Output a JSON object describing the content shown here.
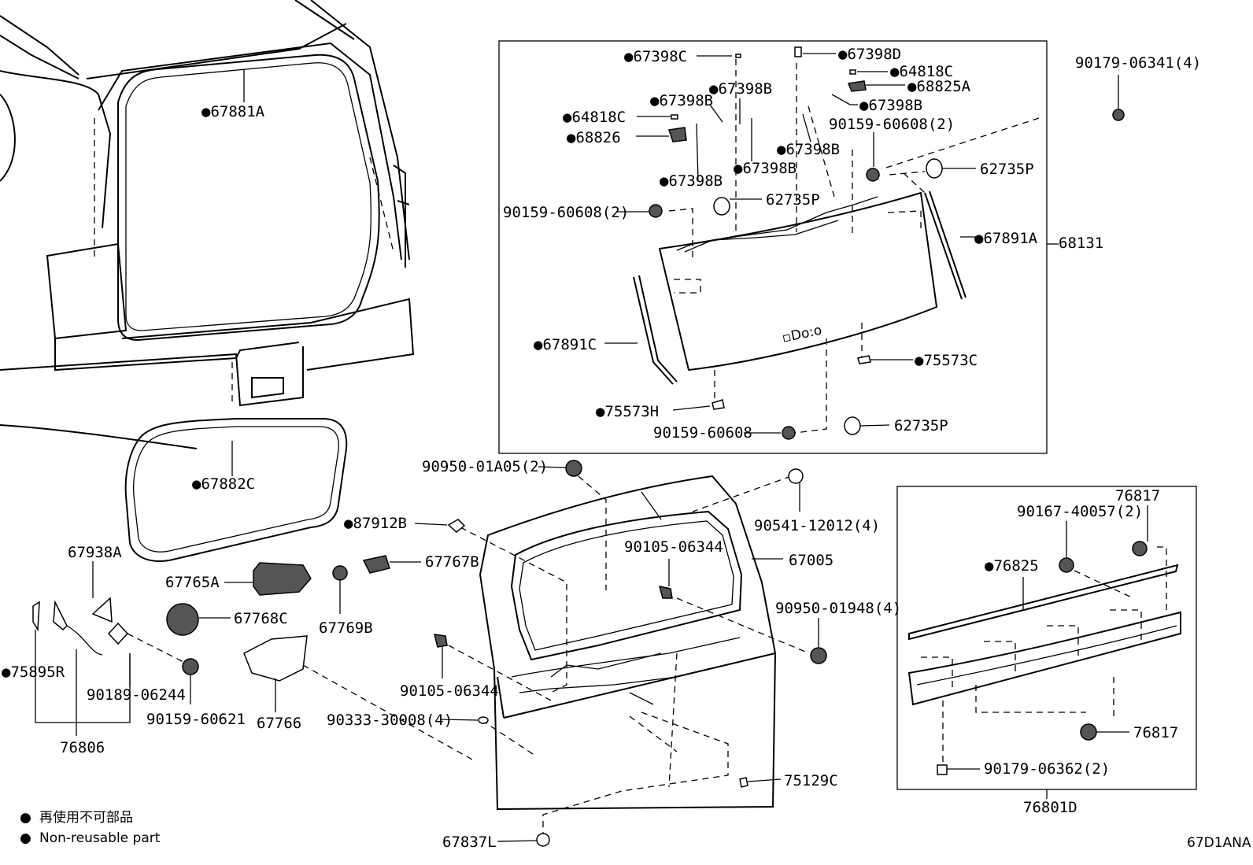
{
  "diagram_code": "67D1ANA",
  "legend": {
    "jp": "再使用不可部品",
    "en": "Non-reusable part",
    "marker": "●"
  },
  "labels": {
    "p67881A": "67881A",
    "p67882C": "67882C",
    "p67938A": "67938A",
    "p75895R": "75895R",
    "p90189_06244": "90189-06244",
    "p90159_60621": "90159-60621",
    "p76806": "76806",
    "p67765A": "67765A",
    "p67768C": "67768C",
    "p67766": "67766",
    "p67769B": "67769B",
    "p67767B": "67767B",
    "p87912B": "87912B",
    "p90950_01A05": "90950-01A05(2)",
    "p90541_12012": "90541-12012(4)",
    "p90105_06344_top": "90105-06344",
    "p67005": "67005",
    "p90950_01948": "90950-01948(4)",
    "p90105_06344_left": "90105-06344",
    "p90333_30008": "90333-30008(4)",
    "p75129C": "75129C",
    "p67837L": "67837L",
    "p67398C": "67398C",
    "p67398D": "67398D",
    "p64818C_r": "64818C",
    "p68825A": "68825A",
    "p67398B_1": "67398B",
    "p67398B_2": "67398B",
    "p64818C_l": "64818C",
    "p68826": "68826",
    "p67398B_3": "67398B",
    "p67398B_4": "67398B",
    "p67398B_5": "67398B",
    "p67398B_6": "67398B",
    "p90159_60608_2a": "90159-60608(2)",
    "p62735P_1": "62735P",
    "p90159_60608_2b": "90159-60608(2)",
    "p62735P_2": "62735P",
    "p67891A": "67891A",
    "p68131": "68131",
    "p67891C": "67891C",
    "p75573C": "75573C",
    "p75573H": "75573H",
    "p90159_60608": "90159-60608",
    "p62735P_3": "62735P",
    "p90179_06341": "90179-06341(4)",
    "p76817_top": "76817",
    "p90167_40057": "90167-40057(2)",
    "p76825": "76825",
    "p76817_bot": "76817",
    "p90179_06362": "90179-06362(2)",
    "p76801D": "76801D"
  }
}
